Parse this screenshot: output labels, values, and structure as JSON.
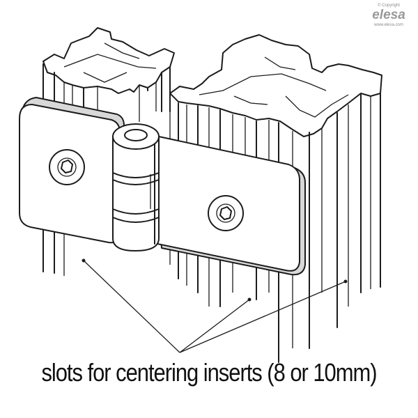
{
  "caption": "slots for centering inserts (8 or 10mm)",
  "logo": {
    "copyright": "© Copyright",
    "brand": "elesa",
    "website": "www.elesa.com"
  },
  "colors": {
    "line": "#1b1b1b",
    "background": "#ffffff",
    "logo": "#999999"
  }
}
